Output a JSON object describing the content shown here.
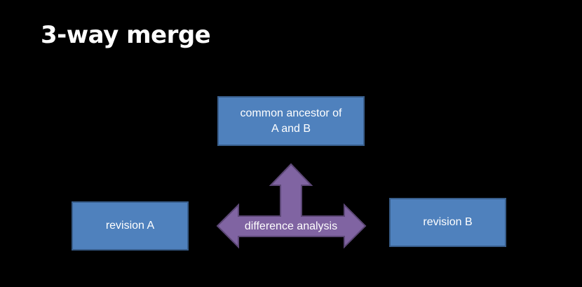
{
  "slide": {
    "title": "3-way merge"
  },
  "nodes": {
    "ancestor_line1": "common ancestor of",
    "ancestor_line2": "A and B",
    "revision_a": "revision A",
    "revision_b": "revision B"
  },
  "arrow": {
    "label": "difference analysis"
  },
  "colors": {
    "background": "#000000",
    "box_fill": "#4f81bd",
    "box_border": "#385d8a",
    "arrow_fill": "#8064a2",
    "arrow_border": "#5c4776",
    "text": "#ffffff"
  }
}
